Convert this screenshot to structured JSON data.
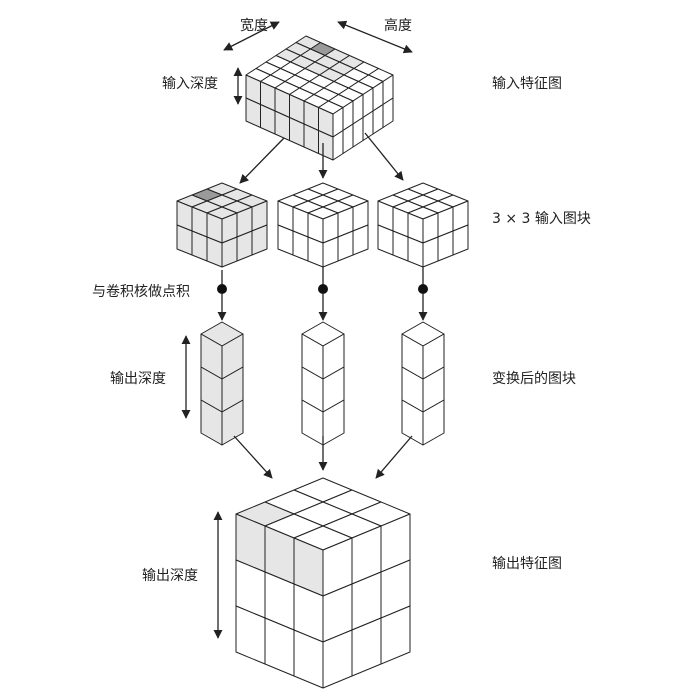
{
  "labels": {
    "width": "宽度",
    "height": "高度",
    "input_depth": "输入深度",
    "input_feature_map": "输入特征图",
    "input_patches": "3 × 3 输入图块",
    "dot_with_kernel": "与卷积核做点积",
    "output_depth_mid": "输出深度",
    "transformed_patches": "变换后的图块",
    "output_depth_bottom": "输出深度",
    "output_feature_map": "输出特征图"
  },
  "colors": {
    "line": "#222222",
    "shade_light": "#e6e6e6",
    "shade_dark": "#9a9a9a"
  }
}
